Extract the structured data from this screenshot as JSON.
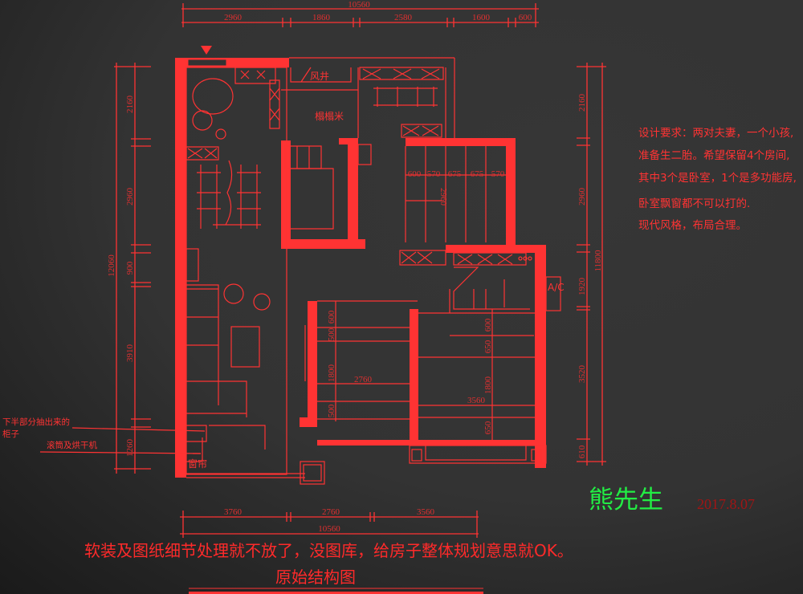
{
  "dimensions": {
    "top_total": "10560",
    "top_segments": [
      "2960",
      "1860",
      "2580",
      "1600",
      "600"
    ],
    "left_total": "12060",
    "left_segments": [
      "2160",
      "2960",
      "900",
      "3910",
      "1260"
    ],
    "right_total": "11800",
    "right_segments": [
      "2160",
      "2960",
      "1920",
      "3520",
      "610"
    ],
    "bottom_segments": [
      "3760",
      "2760",
      "3560"
    ],
    "bottom_total": "10560"
  },
  "rooms": {
    "air_shaft": "风井",
    "tatami": "榻榻米",
    "curtain": "窗帘",
    "ac_unit": "A/C"
  },
  "wardrobe_dims": [
    "600",
    "570",
    "675",
    "675",
    "570"
  ],
  "wardrobe_depth": "2960",
  "bedroom_left_dims": {
    "vertical": [
      "600",
      "500",
      "1800",
      "500"
    ],
    "width": "2760"
  },
  "bedroom_right_dims": {
    "vertical": [
      "600",
      "650",
      "1800",
      "650"
    ],
    "width": "3560"
  },
  "annotations": {
    "drawer_cabinet_line1": "下半部分抽出来的",
    "drawer_cabinet_line2": "柜子",
    "washer_dryer": "滚筒及烘干机"
  },
  "requirements": [
    "设计要求：两对夫妻，一个小孩,",
    "准备生二胎。希望保留4个房间,",
    "其中3个是卧室，1个是多功能房,",
    "卧室飘窗都不可以打的.",
    "现代风格，布局合理。"
  ],
  "client_name": "熊先生",
  "date": "2017.8.07",
  "footer_note": "软装及图纸细节处理就不放了，没图库，给房子整体规划意思就OK。",
  "drawing_title": "原始结构图",
  "colors": {
    "line": "#ff3333",
    "client": "#22ee44",
    "date": "#a01515"
  }
}
